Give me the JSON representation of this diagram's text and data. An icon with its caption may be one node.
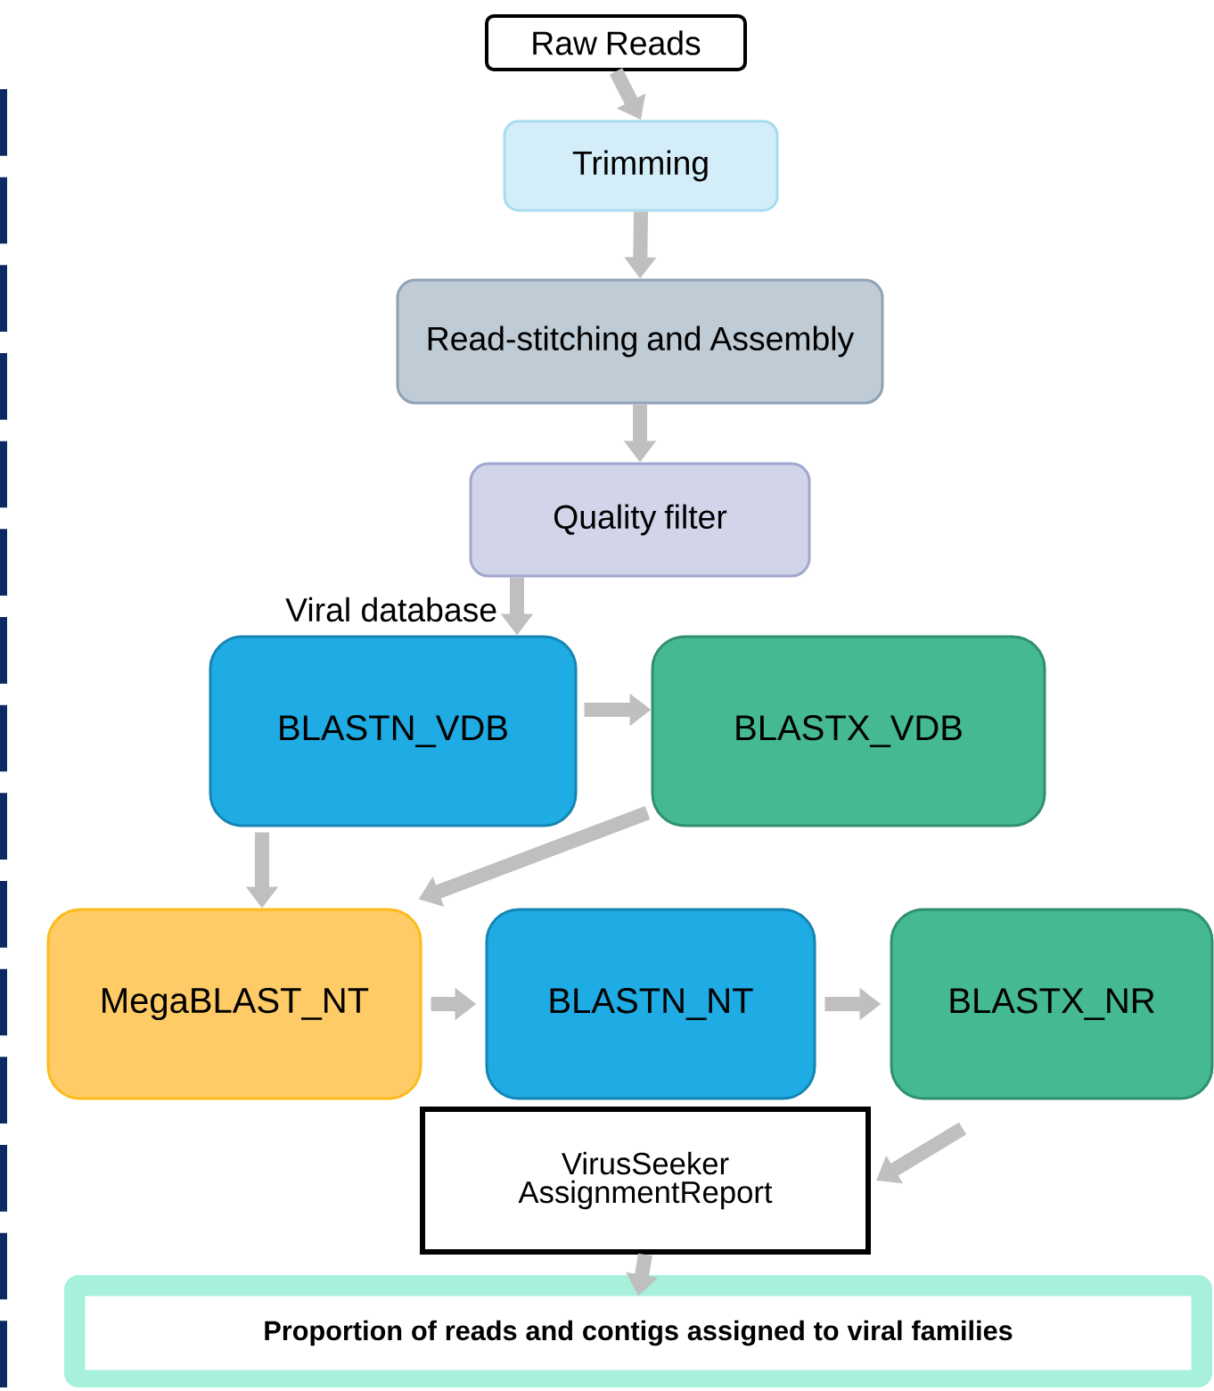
{
  "diagram": {
    "nodes": [
      {
        "text": [
          "Raw Reads"
        ]
      },
      {
        "text": [
          "Trimming"
        ]
      },
      {
        "text": [
          "Read-stitching and Assembly"
        ]
      },
      {
        "text": [
          "Quality filter"
        ]
      },
      {
        "text": [
          "BLASTN_VDB"
        ]
      },
      {
        "text": [
          "BLASTX_VDB"
        ]
      },
      {
        "text": [
          "MegaBLAST_NT"
        ]
      },
      {
        "text": [
          "BLASTN_NT"
        ]
      },
      {
        "text": [
          "BLASTX_NR"
        ]
      },
      {
        "text": [
          "VirusSeeker AssignmentReport"
        ]
      },
      {
        "text": [
          "Proportion of reads and contigs assigned to viral families"
        ]
      }
    ],
    "edges": [
      {
        "from": 0,
        "to": 1,
        "arrow": "to"
      },
      {
        "from": 1,
        "to": 2,
        "arrow": "to"
      },
      {
        "from": 2,
        "to": 3,
        "arrow": "to"
      },
      {
        "from": 3,
        "to": 4,
        "arrow": "to",
        "label": "Viral database"
      },
      {
        "from": 4,
        "to": 5,
        "arrow": "to"
      },
      {
        "from": 4,
        "to": 6,
        "arrow": "to"
      },
      {
        "from": 5,
        "to": 6,
        "arrow": "to"
      },
      {
        "from": 6,
        "to": 7,
        "arrow": "to"
      },
      {
        "from": 7,
        "to": 8,
        "arrow": "to"
      },
      {
        "from": 8,
        "to": 9,
        "arrow": "to"
      },
      {
        "from": 9,
        "to": 10,
        "arrow": "to"
      }
    ]
  }
}
